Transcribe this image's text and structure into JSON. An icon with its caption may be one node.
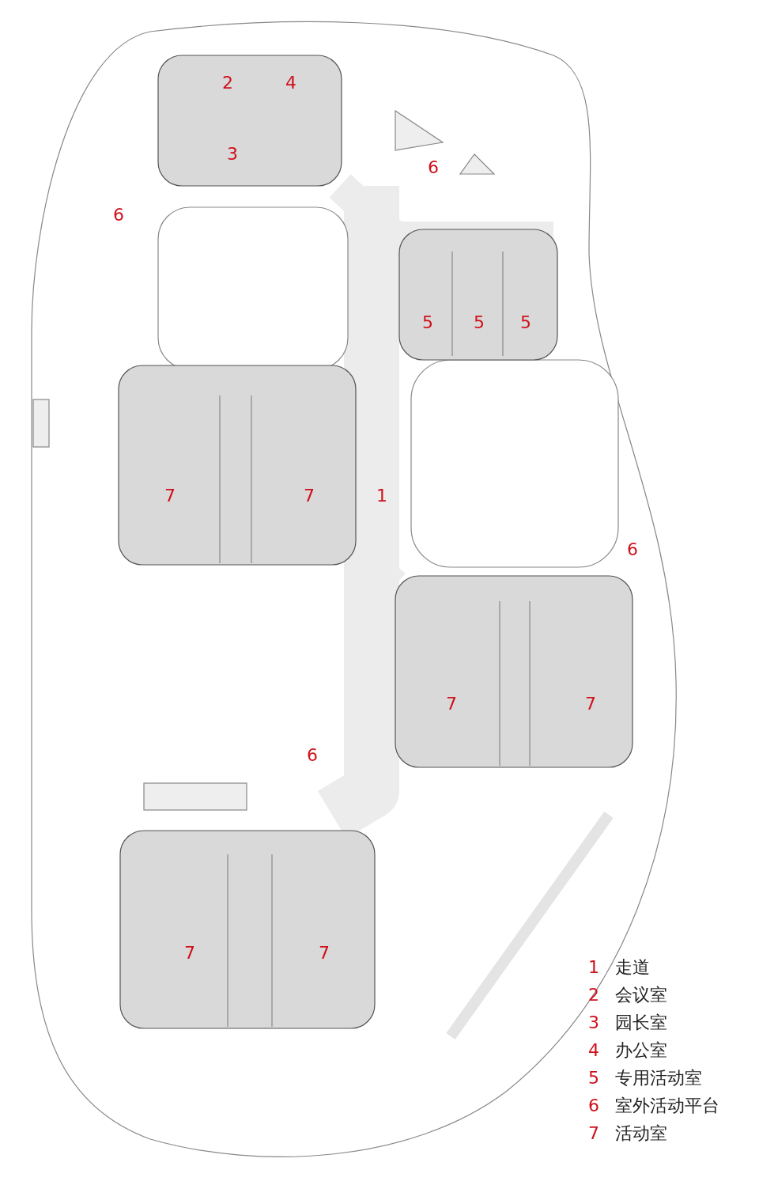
{
  "diagram": {
    "labels": [
      "2",
      "4",
      "3",
      "6",
      "6",
      "5",
      "5",
      "5",
      "7",
      "7",
      "1",
      "6",
      "7",
      "7",
      "6",
      "7",
      "7",
      "1",
      "走道",
      "2",
      "会议室",
      "3",
      "园长室",
      "4",
      "办公室",
      "5",
      "专用活动室",
      "6",
      "室外活动平台",
      "7",
      "活动室"
    ]
  }
}
